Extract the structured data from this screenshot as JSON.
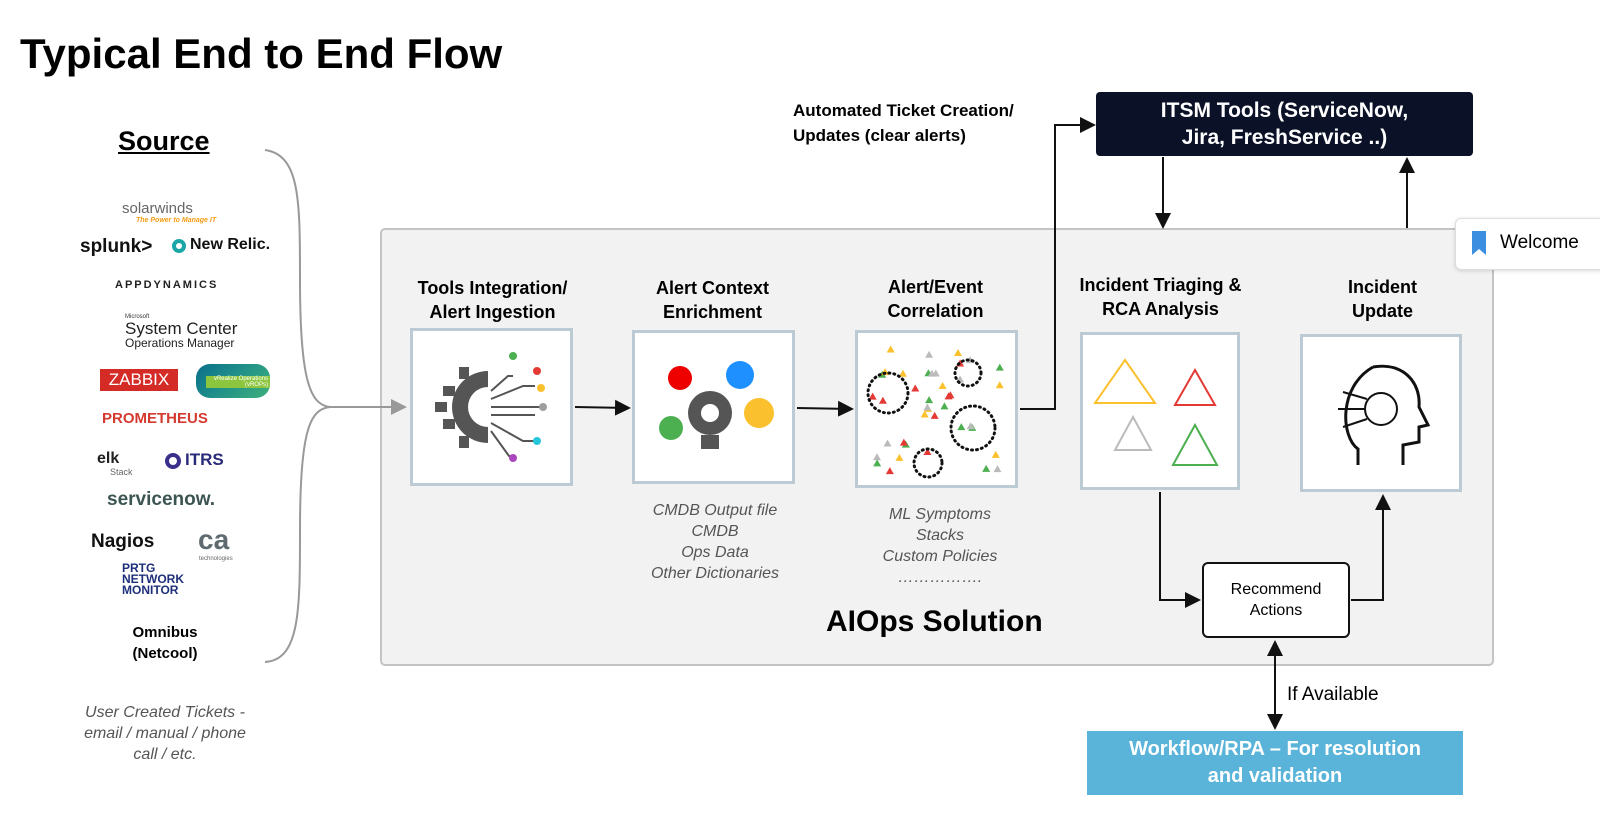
{
  "title": "Typical End to End Flow",
  "source": {
    "title": "Source",
    "logos": [
      "solarwinds",
      "The Power to Manage IT",
      "splunk>",
      "New Relic.",
      "APPDYNAMICS",
      "Microsoft",
      "System Center",
      "Operations Manager",
      "ZABBIX",
      "vRealize Operations (vROPs)",
      "PROMETHEUS",
      "elk",
      "Stack",
      "ITRS",
      "servicenow.",
      "Nagios",
      "ca",
      "technologies",
      "PRTG",
      "NETWORK",
      "MONITOR"
    ],
    "omnibus": "Omnibus",
    "netcool": "(Netcool)",
    "user_tickets": [
      "User Created Tickets -",
      "email / manual / phone",
      "call / etc."
    ]
  },
  "ticket_note": [
    "Automated Ticket Creation/",
    "Updates (clear alerts)"
  ],
  "itsm": [
    "ITSM Tools (ServiceNow,",
    "Jira, FreshService ..)"
  ],
  "solution_label": "AIOps Solution",
  "stages": [
    {
      "title": [
        "Tools Integration/",
        "Alert Ingestion"
      ]
    },
    {
      "title": [
        "Alert Context",
        "Enrichment"
      ],
      "notes": [
        "CMDB Output file",
        "CMDB",
        "Ops Data",
        "Other Dictionaries"
      ]
    },
    {
      "title": [
        "Alert/Event",
        "Correlation"
      ],
      "notes": [
        "ML Symptoms",
        "Stacks",
        "Custom Policies",
        "……………."
      ]
    },
    {
      "title": [
        "Incident Triaging &",
        "RCA Analysis"
      ]
    },
    {
      "title": [
        "Incident",
        "Update"
      ]
    }
  ],
  "recommend": [
    "Recommend",
    "Actions"
  ],
  "if_available": "If Available",
  "workflow": [
    "Workflow/RPA – For resolution",
    "and validation"
  ],
  "welcome": "Welcome",
  "colors": {
    "itsm_bg": "#0b1228",
    "workflow_bg": "#5ab4d9",
    "panel_border": "#bccbd3",
    "bookmark": "#3b8ee0"
  }
}
